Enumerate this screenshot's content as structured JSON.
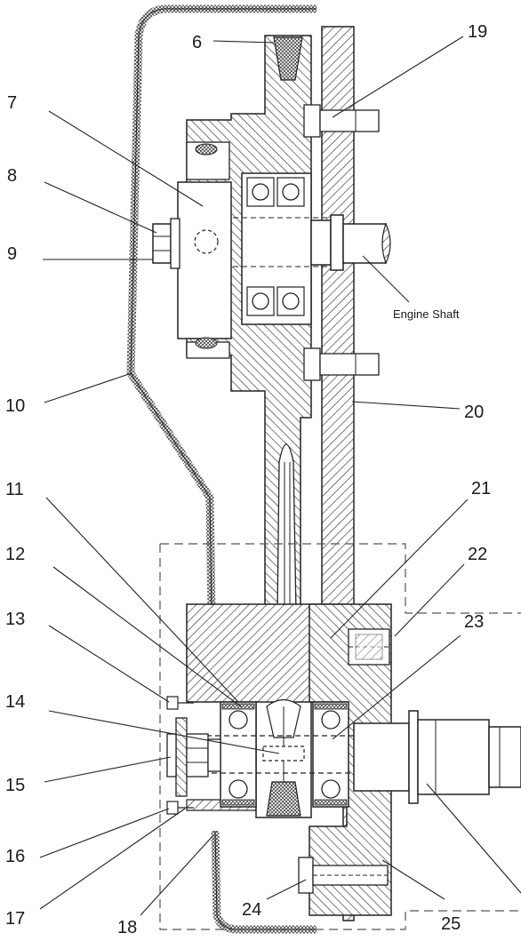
{
  "diagram": {
    "labels": {
      "l6": "6",
      "l7": "7",
      "l8": "8",
      "l9": "9",
      "l10": "10",
      "l11": "11",
      "l12": "12",
      "l13": "13",
      "l14": "14",
      "l15": "15",
      "l16": "16",
      "l17": "17",
      "l18": "18",
      "l19": "19",
      "l20": "20",
      "l21": "21",
      "l22": "22",
      "l23": "23",
      "l24": "24",
      "l25": "25"
    },
    "engine_shaft_caption": "Engine Shaft"
  }
}
